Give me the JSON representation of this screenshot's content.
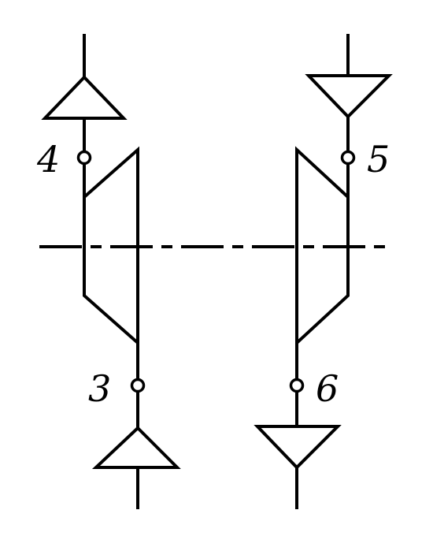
{
  "diagram": {
    "labels": {
      "node_4": "4",
      "node_5": "5",
      "node_3": "3",
      "node_6": "6"
    },
    "colors": {
      "line": "#000000",
      "background": "#ffffff"
    }
  }
}
